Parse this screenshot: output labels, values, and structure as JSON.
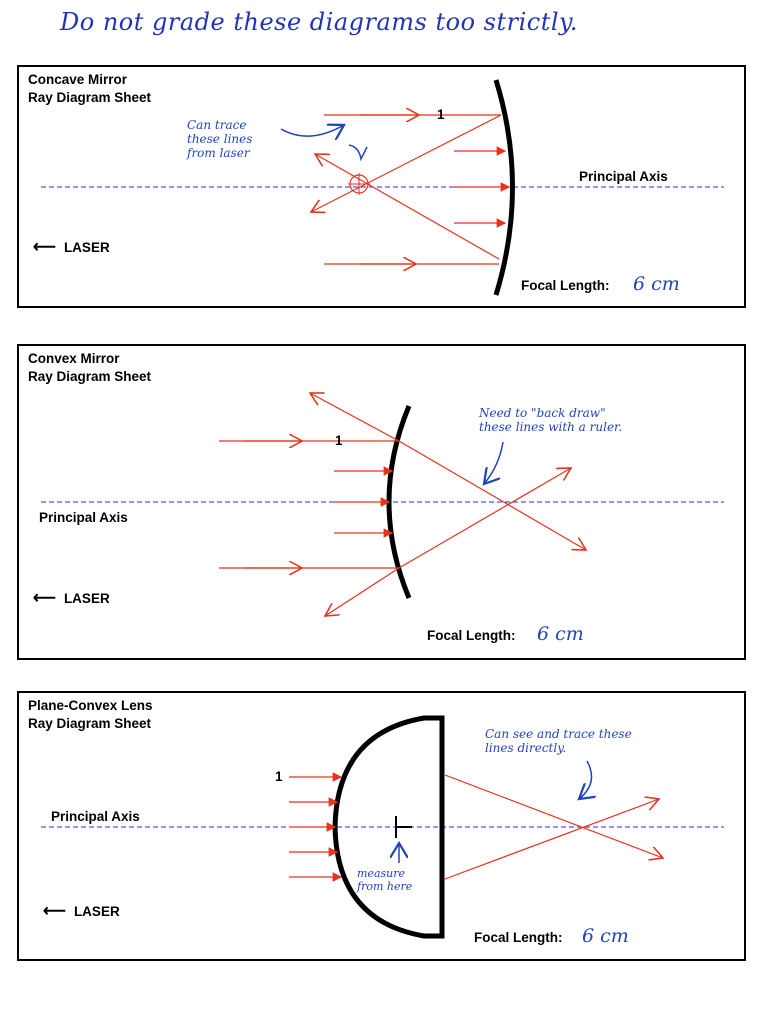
{
  "top_note": "Do not grade these diagrams too strictly.",
  "common": {
    "laser": "LASER",
    "principal_axis": "Principal Axis",
    "focal_length_label": "Focal Length:",
    "focal_length_value": "6 cm",
    "ray_number": "1"
  },
  "panels": [
    {
      "title_line1": "Concave Mirror",
      "title_line2": "Ray Diagram Sheet",
      "handwritten_note": "Can trace\nthese lines\nfrom laser"
    },
    {
      "title_line1": "Convex Mirror",
      "title_line2": "Ray Diagram Sheet",
      "handwritten_note": "Need to \"back draw\"\nthese lines with a ruler."
    },
    {
      "title_line1": "Plane-Convex Lens",
      "title_line2": "Ray Diagram Sheet",
      "handwritten_note": "Can see and trace these\nlines directly.",
      "handwritten_note2": "measure\nfrom here"
    }
  ],
  "colors": {
    "ray": "#e8321e",
    "axis": "#2b2bd6",
    "ink": "#2244bb"
  }
}
